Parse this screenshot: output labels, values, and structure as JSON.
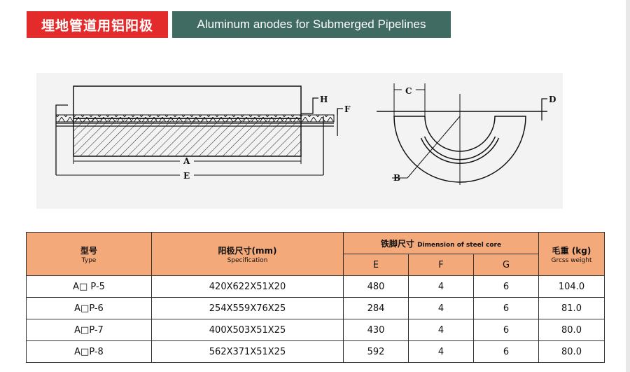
{
  "header": {
    "title_cn": "埋地管道用铝阳极",
    "title_en": "Aluminum anodes for Submerged Pipelines"
  },
  "drawing": {
    "labels": {
      "A": "A",
      "E": "E",
      "H": "H",
      "F": "F",
      "B": "B",
      "C": "C",
      "D": "D"
    }
  },
  "table": {
    "headers": {
      "type_cn": "型号",
      "type_en": "Type",
      "spec_cn": "阳极尺寸(mm)",
      "spec_en": "Specification",
      "core_cn": "铁脚尺寸",
      "core_en": "Dimension of steel core",
      "E": "E",
      "F": "F",
      "G": "G",
      "weight_cn": "毛重 (kg)",
      "weight_en": "Grcss weight"
    },
    "rows": [
      {
        "type": "A□ P-5",
        "spec": "420X622X51X20",
        "E": "480",
        "F": "4",
        "G": "6",
        "weight": "104.0"
      },
      {
        "type": "A□P-6",
        "spec": "254X559X76X25",
        "E": "284",
        "F": "4",
        "G": "6",
        "weight": "81.0"
      },
      {
        "type": "A□P-7",
        "spec": "400X503X51X25",
        "E": "430",
        "F": "4",
        "G": "6",
        "weight": "80.0"
      },
      {
        "type": "A□P-8",
        "spec": "562X371X51X25",
        "E": "592",
        "F": "4",
        "G": "6",
        "weight": "80.0"
      }
    ]
  }
}
